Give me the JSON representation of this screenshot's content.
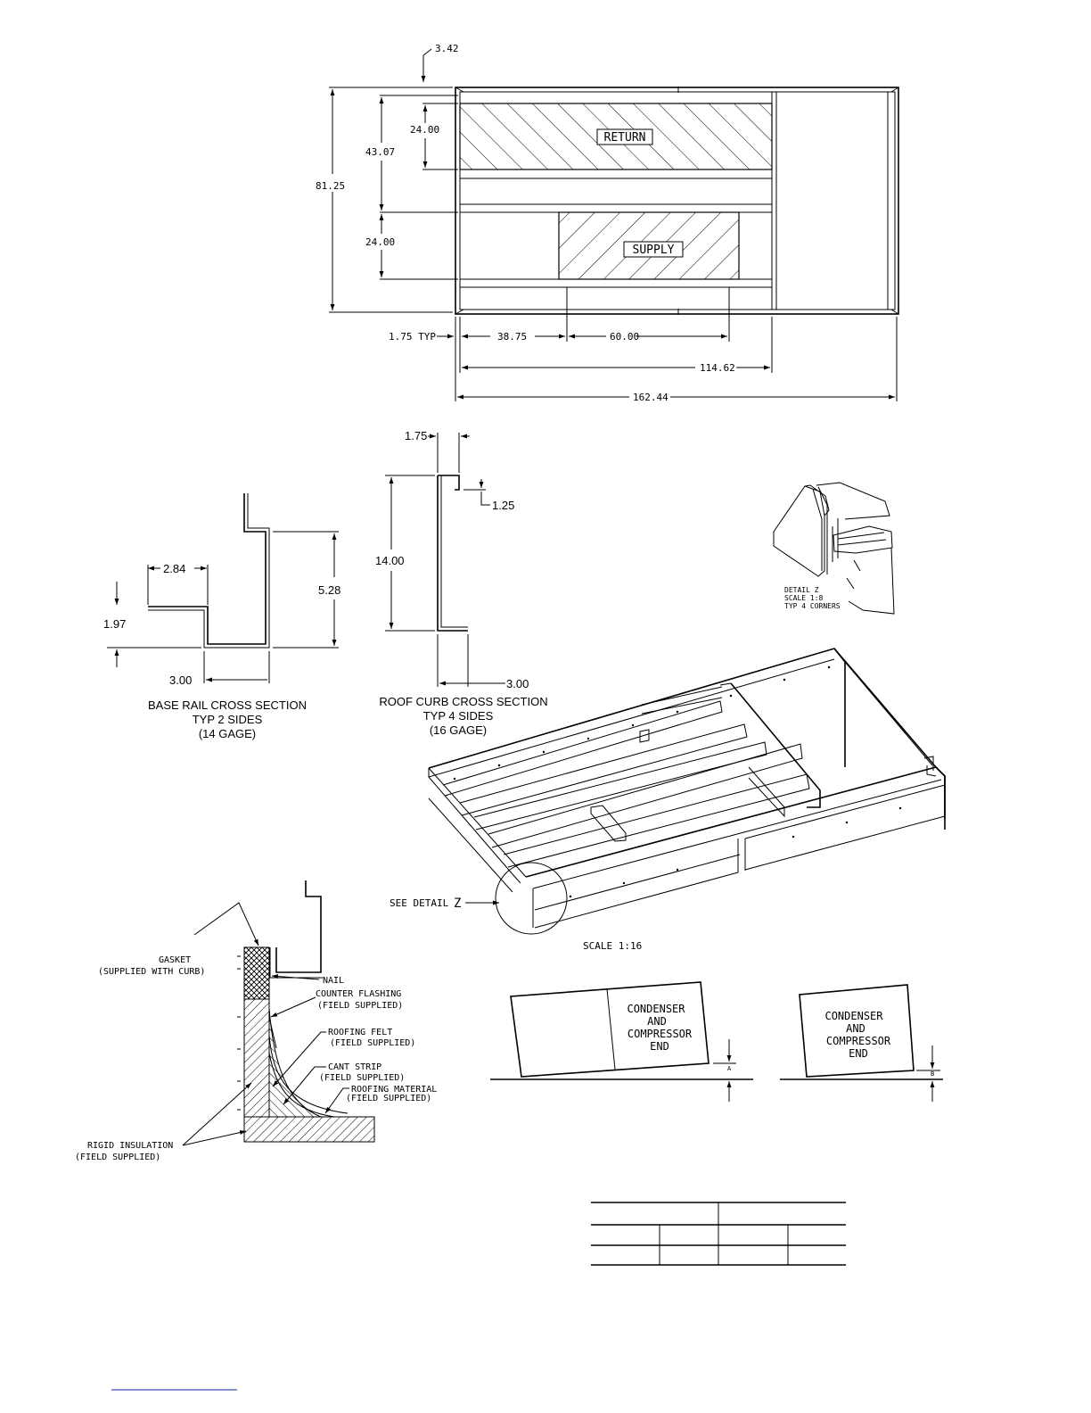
{
  "plan": {
    "dims": {
      "d_3_42": "3.42",
      "d_24_top": "24.00",
      "d_43_07": "43.07",
      "d_81_25": "81.25",
      "d_24_bottom": "24.00",
      "d_1_75_typ": "1.75 TYP",
      "d_38_75": "38.75",
      "d_60_00": "60.00",
      "d_114_62": "114.62",
      "d_162_44": "162.44"
    },
    "return_label": "RETURN",
    "supply_label": "SUPPLY"
  },
  "base_rail": {
    "d_2_84": "2.84",
    "d_5_28": "5.28",
    "d_1_97": "1.97",
    "d_3_00": "3.00",
    "caption_1": "BASE RAIL CROSS SECTION",
    "caption_2": "TYP 2 SIDES",
    "caption_3": "(14 GAGE)"
  },
  "roof_curb": {
    "d_1_75": "1.75",
    "d_1_25": "1.25",
    "d_14_00": "14.00",
    "d_3_00": "3.00",
    "caption_1": "ROOF CURB CROSS SECTION",
    "caption_2": "TYP 4 SIDES",
    "caption_3": "(16 GAGE)"
  },
  "detail_z": {
    "line_1": "DETAIL  Z",
    "line_2": "SCALE  1:8",
    "line_3": "TYP 4 CORNERS"
  },
  "isometric": {
    "see_detail": "SEE DETAIL",
    "z_letter": "Z",
    "scale": "SCALE  1:16"
  },
  "flashing": {
    "gasket_1": "GASKET",
    "gasket_2": "(SUPPLIED WITH CURB)",
    "nail": "NAIL",
    "counter_1": "COUNTER FLASHING",
    "counter_2": "(FIELD SUPPLIED)",
    "felt_1": "ROOFING FELT",
    "felt_2": "(FIELD SUPPLIED)",
    "cant_1": "CANT STRIP",
    "cant_2": "(FIELD SUPPLIED)",
    "material_1": "ROOFING MATERIAL",
    "material_2": "(FIELD SUPPLIED)",
    "rigid_1": "RIGID INSULATION",
    "rigid_2": "(FIELD SUPPLIED)"
  },
  "slope": {
    "left_1": "CONDENSER",
    "left_2": "AND",
    "left_3": "COMPRESSOR",
    "left_4": "END",
    "left_mark": "A",
    "right_1": "CONDENSER",
    "right_2": "AND",
    "right_3": "COMPRESSOR",
    "right_4": "END",
    "right_mark": "B"
  }
}
